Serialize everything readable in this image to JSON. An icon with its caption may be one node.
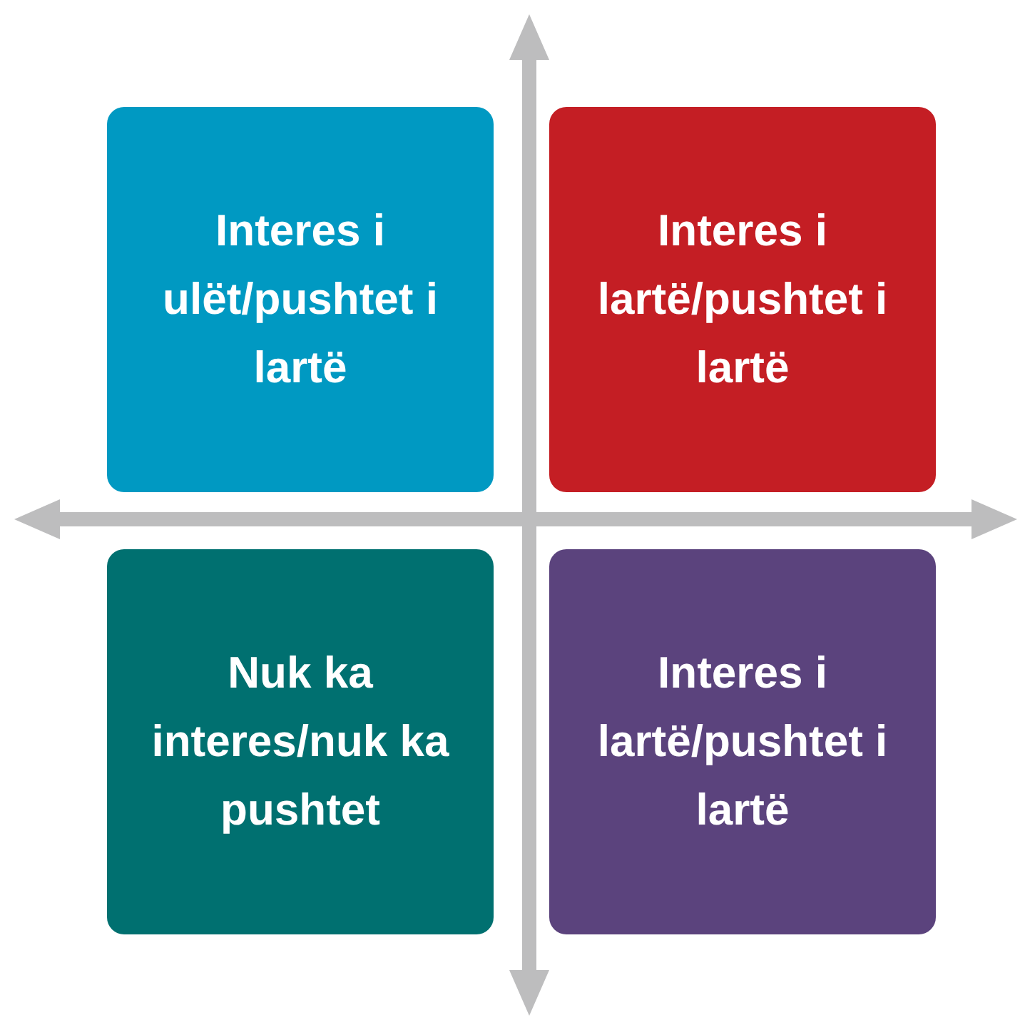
{
  "diagram": {
    "nodes": [
      {
        "text": [
          "Interes i ulët/pushtet i lartë"
        ]
      },
      {
        "text": [
          "Interes i lartë/pushtet i lartë"
        ]
      },
      {
        "text": [
          "Nuk ka interes/nuk ka pushtet"
        ]
      },
      {
        "text": [
          "Interes i lartë/pushtet i lartë"
        ]
      }
    ]
  }
}
